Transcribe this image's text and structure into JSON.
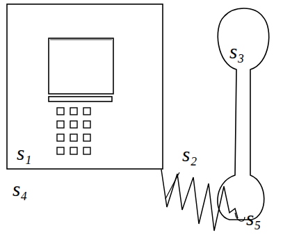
{
  "diagram": {
    "labels": [
      "s₁",
      "s₂",
      "s₃",
      "s₄",
      "s₅"
    ]
  }
}
